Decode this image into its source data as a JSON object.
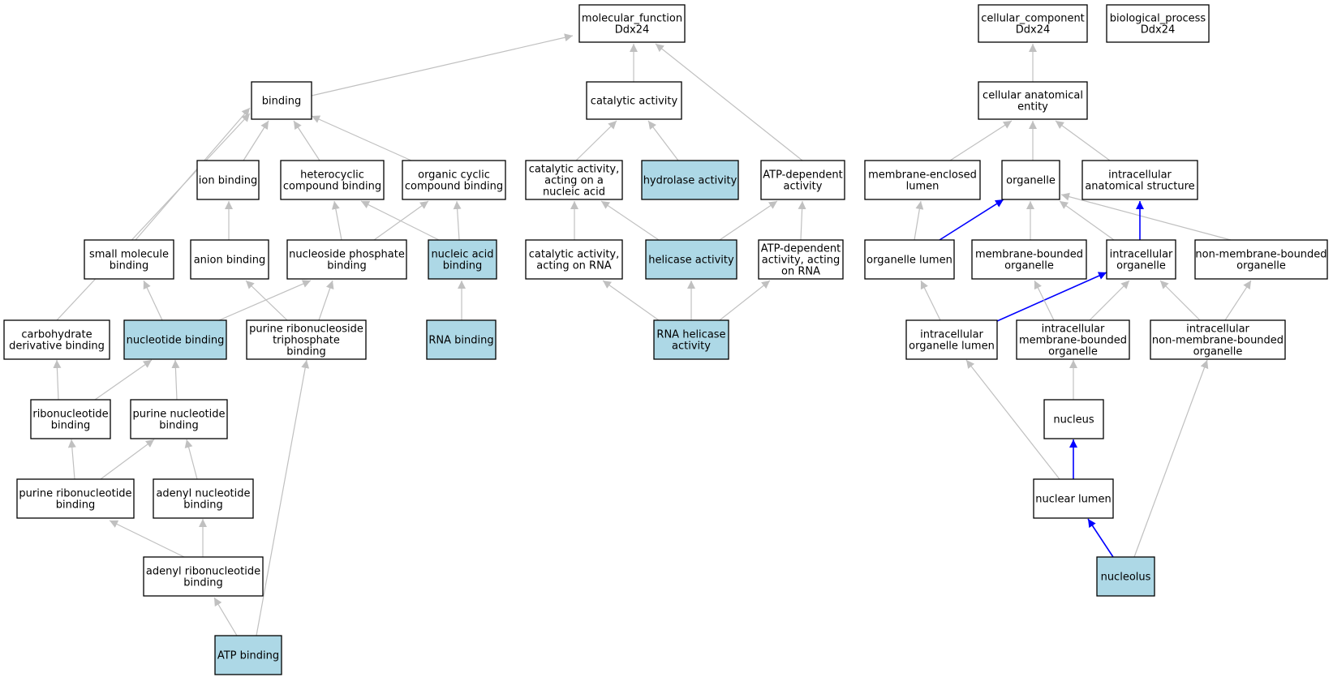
{
  "colors": {
    "default_fill": "#ffffff",
    "highlight_fill": "#add8e6",
    "edge_gray": "#c0c0c0",
    "edge_blue": "#0000ff",
    "border": "#000000"
  },
  "nodes": [
    {
      "id": "mf",
      "lines": [
        "molecular_function",
        "Ddx24"
      ],
      "highlight": false
    },
    {
      "id": "cc",
      "lines": [
        "cellular_component",
        "Ddx24"
      ],
      "highlight": false
    },
    {
      "id": "bp",
      "lines": [
        "biological_process",
        "Ddx24"
      ],
      "highlight": false
    },
    {
      "id": "binding",
      "lines": [
        "binding"
      ],
      "highlight": false
    },
    {
      "id": "catalytic",
      "lines": [
        "catalytic activity"
      ],
      "highlight": false
    },
    {
      "id": "cae",
      "lines": [
        "cellular anatomical",
        "entity"
      ],
      "highlight": false
    },
    {
      "id": "ion",
      "lines": [
        "ion binding"
      ],
      "highlight": false
    },
    {
      "id": "hetero",
      "lines": [
        "heterocyclic",
        "compound binding"
      ],
      "highlight": false
    },
    {
      "id": "orgcyc",
      "lines": [
        "organic cyclic",
        "compound binding"
      ],
      "highlight": false
    },
    {
      "id": "catna",
      "lines": [
        "catalytic activity,",
        "acting on a",
        "nucleic acid"
      ],
      "highlight": false
    },
    {
      "id": "hydro",
      "lines": [
        "hydrolase activity"
      ],
      "highlight": true
    },
    {
      "id": "atpdep",
      "lines": [
        "ATP-dependent",
        "activity"
      ],
      "highlight": false
    },
    {
      "id": "menc",
      "lines": [
        "membrane-enclosed",
        "lumen"
      ],
      "highlight": false
    },
    {
      "id": "organelle",
      "lines": [
        "organelle"
      ],
      "highlight": false
    },
    {
      "id": "ias",
      "lines": [
        "intracellular",
        "anatomical structure"
      ],
      "highlight": false
    },
    {
      "id": "smb",
      "lines": [
        "small molecule",
        "binding"
      ],
      "highlight": false
    },
    {
      "id": "anion",
      "lines": [
        "anion binding"
      ],
      "highlight": false
    },
    {
      "id": "nucphos",
      "lines": [
        "nucleoside phosphate",
        "binding"
      ],
      "highlight": false
    },
    {
      "id": "nab",
      "lines": [
        "nucleic acid",
        "binding"
      ],
      "highlight": true
    },
    {
      "id": "carna",
      "lines": [
        "catalytic activity,",
        "acting on RNA"
      ],
      "highlight": false
    },
    {
      "id": "helic",
      "lines": [
        "helicase activity"
      ],
      "highlight": true
    },
    {
      "id": "atprna",
      "lines": [
        "ATP-dependent",
        "activity, acting",
        "on RNA"
      ],
      "highlight": false
    },
    {
      "id": "orglum",
      "lines": [
        "organelle lumen"
      ],
      "highlight": false
    },
    {
      "id": "mbo",
      "lines": [
        "membrane-bounded",
        "organelle"
      ],
      "highlight": false
    },
    {
      "id": "io",
      "lines": [
        "intracellular",
        "organelle"
      ],
      "highlight": false
    },
    {
      "id": "nmbo",
      "lines": [
        "non-membrane-bounded",
        "organelle"
      ],
      "highlight": false
    },
    {
      "id": "carbo",
      "lines": [
        "carbohydrate",
        "derivative binding"
      ],
      "highlight": false
    },
    {
      "id": "nucb",
      "lines": [
        "nucleotide binding"
      ],
      "highlight": true
    },
    {
      "id": "prtb",
      "lines": [
        "purine ribonucleoside",
        "triphosphate",
        "binding"
      ],
      "highlight": false
    },
    {
      "id": "rnab",
      "lines": [
        "RNA binding"
      ],
      "highlight": true
    },
    {
      "id": "rnahel",
      "lines": [
        "RNA helicase",
        "activity"
      ],
      "highlight": true
    },
    {
      "id": "iol",
      "lines": [
        "intracellular",
        "organelle lumen"
      ],
      "highlight": false
    },
    {
      "id": "imbo",
      "lines": [
        "intracellular",
        "membrane-bounded",
        "organelle"
      ],
      "highlight": false
    },
    {
      "id": "inmbo",
      "lines": [
        "intracellular",
        "non-membrane-bounded",
        "organelle"
      ],
      "highlight": false
    },
    {
      "id": "ribo",
      "lines": [
        "ribonucleotide",
        "binding"
      ],
      "highlight": false
    },
    {
      "id": "purnuc",
      "lines": [
        "purine nucleotide",
        "binding"
      ],
      "highlight": false
    },
    {
      "id": "nucleus",
      "lines": [
        "nucleus"
      ],
      "highlight": false
    },
    {
      "id": "purribo",
      "lines": [
        "purine ribonucleotide",
        "binding"
      ],
      "highlight": false
    },
    {
      "id": "adenyl",
      "lines": [
        "adenyl nucleotide",
        "binding"
      ],
      "highlight": false
    },
    {
      "id": "nuclum",
      "lines": [
        "nuclear lumen"
      ],
      "highlight": false
    },
    {
      "id": "adribo",
      "lines": [
        "adenyl ribonucleotide",
        "binding"
      ],
      "highlight": false
    },
    {
      "id": "nucleolus",
      "lines": [
        "nucleolus"
      ],
      "highlight": true
    },
    {
      "id": "atpb",
      "lines": [
        "ATP binding"
      ],
      "highlight": true
    }
  ],
  "edges": [
    {
      "from": "binding",
      "to": "mf",
      "color": "gray"
    },
    {
      "from": "catalytic",
      "to": "mf",
      "color": "gray"
    },
    {
      "from": "atpdep",
      "to": "mf",
      "color": "gray"
    },
    {
      "from": "cae",
      "to": "cc",
      "color": "gray"
    },
    {
      "from": "ion",
      "to": "binding",
      "color": "gray"
    },
    {
      "from": "hetero",
      "to": "binding",
      "color": "gray"
    },
    {
      "from": "orgcyc",
      "to": "binding",
      "color": "gray"
    },
    {
      "from": "smb",
      "to": "binding",
      "color": "gray"
    },
    {
      "from": "carbo",
      "to": "binding",
      "color": "gray"
    },
    {
      "from": "catna",
      "to": "catalytic",
      "color": "gray"
    },
    {
      "from": "hydro",
      "to": "catalytic",
      "color": "gray"
    },
    {
      "from": "menc",
      "to": "cae",
      "color": "gray"
    },
    {
      "from": "organelle",
      "to": "cae",
      "color": "gray"
    },
    {
      "from": "ias",
      "to": "cae",
      "color": "gray"
    },
    {
      "from": "anion",
      "to": "ion",
      "color": "gray"
    },
    {
      "from": "nucphos",
      "to": "hetero",
      "color": "gray"
    },
    {
      "from": "nab",
      "to": "hetero",
      "color": "gray"
    },
    {
      "from": "nucphos",
      "to": "orgcyc",
      "color": "gray"
    },
    {
      "from": "nab",
      "to": "orgcyc",
      "color": "gray"
    },
    {
      "from": "carna",
      "to": "catna",
      "color": "gray"
    },
    {
      "from": "helic",
      "to": "catna",
      "color": "gray"
    },
    {
      "from": "helic",
      "to": "atpdep",
      "color": "gray"
    },
    {
      "from": "atprna",
      "to": "atpdep",
      "color": "gray"
    },
    {
      "from": "orglum",
      "to": "menc",
      "color": "gray"
    },
    {
      "from": "orglum",
      "to": "organelle",
      "color": "blue"
    },
    {
      "from": "mbo",
      "to": "organelle",
      "color": "gray"
    },
    {
      "from": "io",
      "to": "organelle",
      "color": "gray"
    },
    {
      "from": "nmbo",
      "to": "organelle",
      "color": "gray"
    },
    {
      "from": "io",
      "to": "ias",
      "color": "blue"
    },
    {
      "from": "nucb",
      "to": "smb",
      "color": "gray"
    },
    {
      "from": "nucb",
      "to": "nucphos",
      "color": "gray"
    },
    {
      "from": "prtb",
      "to": "nucphos",
      "color": "gray"
    },
    {
      "from": "prtb",
      "to": "anion",
      "color": "gray"
    },
    {
      "from": "rnab",
      "to": "nab",
      "color": "gray"
    },
    {
      "from": "rnahel",
      "to": "carna",
      "color": "gray"
    },
    {
      "from": "rnahel",
      "to": "helic",
      "color": "gray"
    },
    {
      "from": "rnahel",
      "to": "atprna",
      "color": "gray"
    },
    {
      "from": "iol",
      "to": "orglum",
      "color": "gray"
    },
    {
      "from": "iol",
      "to": "io",
      "color": "blue"
    },
    {
      "from": "imbo",
      "to": "mbo",
      "color": "gray"
    },
    {
      "from": "imbo",
      "to": "io",
      "color": "gray"
    },
    {
      "from": "inmbo",
      "to": "io",
      "color": "gray"
    },
    {
      "from": "inmbo",
      "to": "nmbo",
      "color": "gray"
    },
    {
      "from": "ribo",
      "to": "carbo",
      "color": "gray"
    },
    {
      "from": "ribo",
      "to": "nucb",
      "color": "gray"
    },
    {
      "from": "purnuc",
      "to": "nucb",
      "color": "gray"
    },
    {
      "from": "nucleus",
      "to": "imbo",
      "color": "gray"
    },
    {
      "from": "purribo",
      "to": "ribo",
      "color": "gray"
    },
    {
      "from": "purribo",
      "to": "purnuc",
      "color": "gray"
    },
    {
      "from": "adenyl",
      "to": "purnuc",
      "color": "gray"
    },
    {
      "from": "nuclum",
      "to": "iol",
      "color": "gray"
    },
    {
      "from": "nuclum",
      "to": "nucleus",
      "color": "blue"
    },
    {
      "from": "adribo",
      "to": "purribo",
      "color": "gray"
    },
    {
      "from": "adribo",
      "to": "adenyl",
      "color": "gray"
    },
    {
      "from": "nucleolus",
      "to": "nuclum",
      "color": "blue"
    },
    {
      "from": "nucleolus",
      "to": "inmbo",
      "color": "gray"
    },
    {
      "from": "atpb",
      "to": "adribo",
      "color": "gray"
    },
    {
      "from": "atpb",
      "to": "prtb",
      "color": "gray"
    }
  ]
}
